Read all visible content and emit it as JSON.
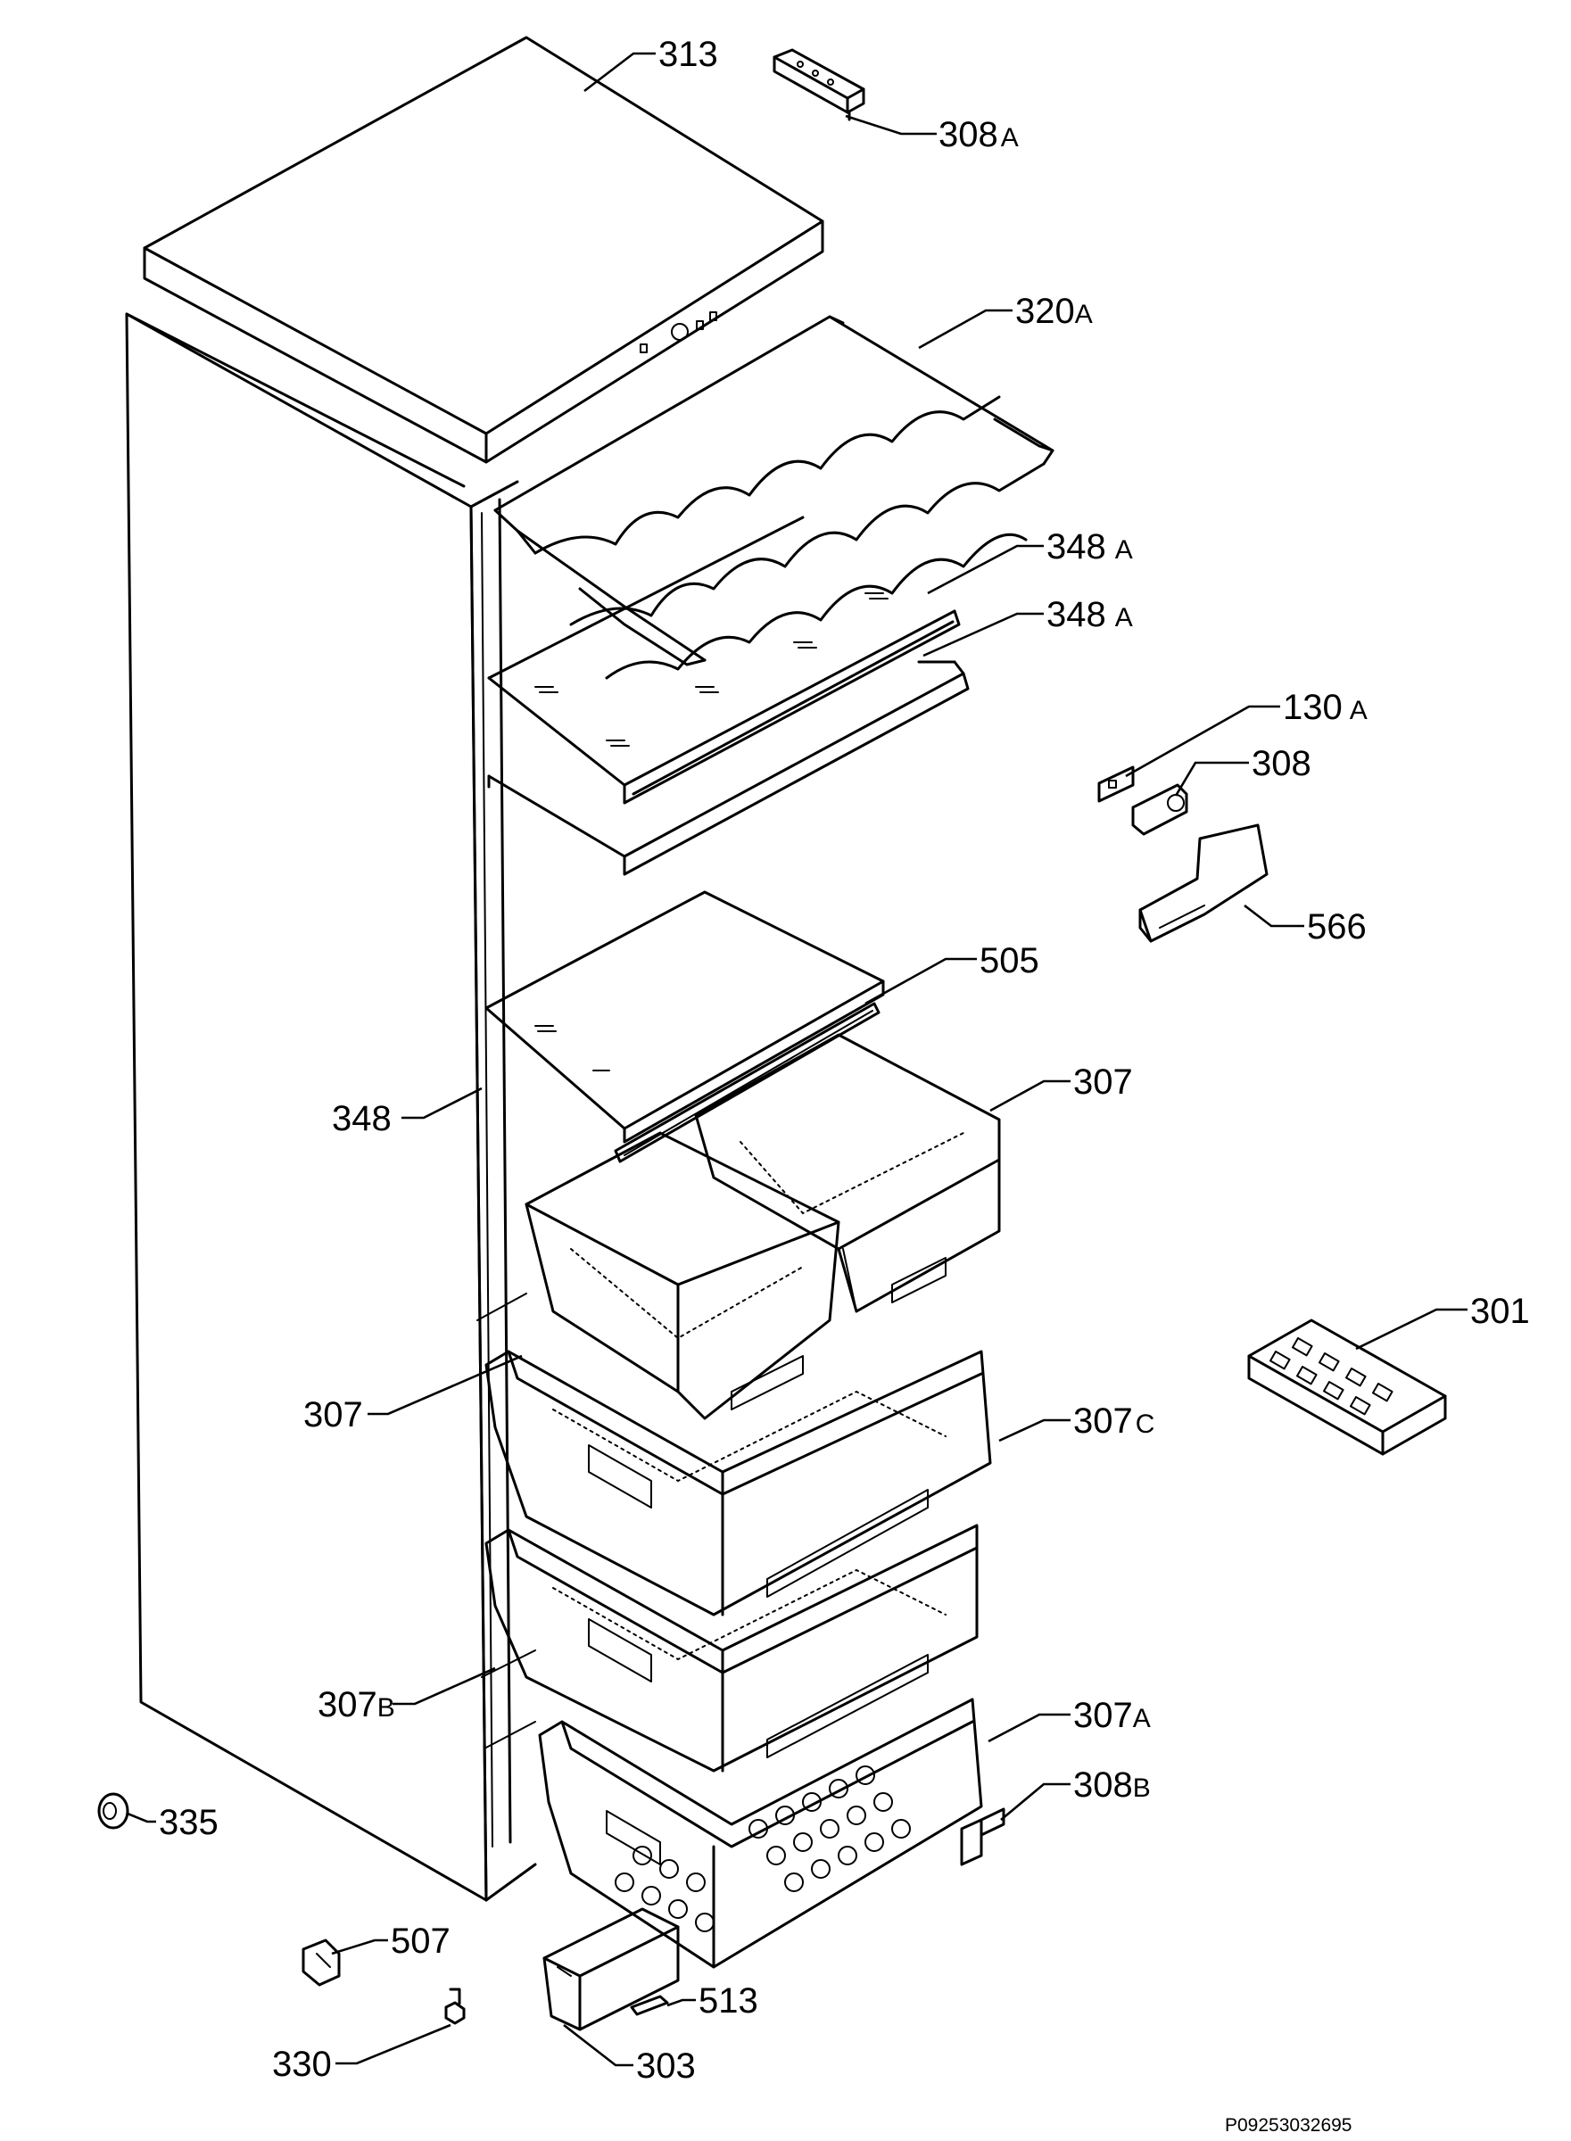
{
  "labels": {
    "p313": "313",
    "p308a": "308",
    "p308a_sfx": "A",
    "p320a": "320",
    "p320a_sfx": "A",
    "p348a_1": "348",
    "p348a_1_sfx": "A",
    "p348a_2": "348",
    "p348a_2_sfx": "A",
    "p130a": "130",
    "p130a_sfx": "A",
    "p308": "308",
    "p566": "566",
    "p505": "505",
    "p307_top": "307",
    "p348": "348",
    "p301": "301",
    "p307_left": "307",
    "p307c": "307",
    "p307c_sfx": "C",
    "p307b": "307",
    "p307b_sfx": "B",
    "p307a": "307",
    "p307a_sfx": "A",
    "p308b": "308",
    "p308b_sfx": "B",
    "p335": "335",
    "p507": "507",
    "p513": "513",
    "p330": "330",
    "p303": "303"
  },
  "reference_code": "P09253032695"
}
